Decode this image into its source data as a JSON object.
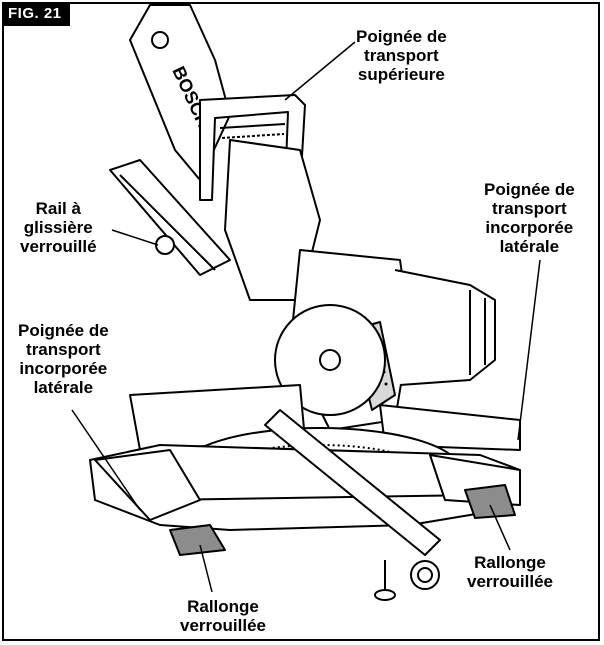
{
  "figure_label": "FIG. 21",
  "saw_brand": "BOSCH",
  "callouts": {
    "top_handle": {
      "line1": "Poignée de",
      "line2": "transport",
      "line3": "supérieure"
    },
    "rail_lock": {
      "line1": "Rail à",
      "line2": "glissière",
      "line3": "verrouillé"
    },
    "side_handle_right": {
      "line1": "Poignée de",
      "line2": "transport",
      "line3": "incorporée",
      "line4": "latérale"
    },
    "side_handle_left": {
      "line1": "Poignée de",
      "line2": "transport",
      "line3": "incorporée",
      "line4": "latérale"
    },
    "extension_right": {
      "line1": "Rallonge",
      "line2": "verrouillée"
    },
    "extension_left": {
      "line1": "Rallonge",
      "line2": "verrouillée"
    }
  },
  "colors": {
    "ink": "#000000",
    "paper": "#ffffff",
    "shade": "#d9d9d9",
    "dark_shade": "#8c8c8c"
  }
}
